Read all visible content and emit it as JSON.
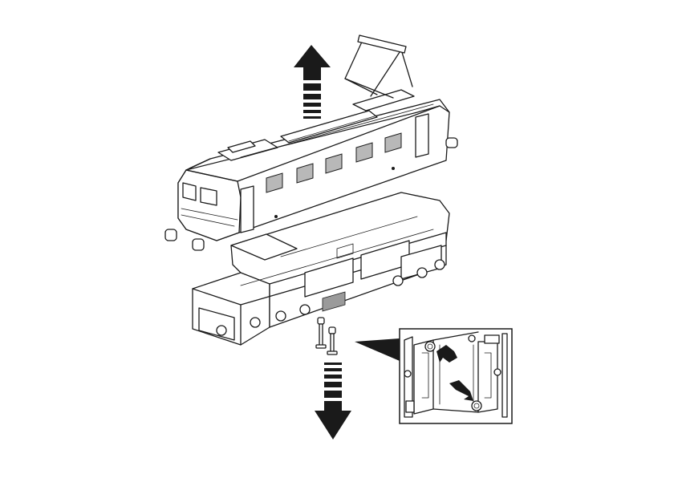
{
  "figure": {
    "parts": [
      {
        "id": "locomotive-body",
        "icon": "locomotive-shell"
      },
      {
        "id": "chassis",
        "icon": "locomotive-chassis"
      },
      {
        "id": "screws",
        "icon": "screw-pair",
        "count": 2
      },
      {
        "id": "detail-view",
        "icon": "magnified-underside"
      }
    ],
    "arrows": [
      {
        "id": "lift-arrow",
        "direction": "up"
      },
      {
        "id": "down-arrow",
        "direction": "down"
      },
      {
        "id": "detail-arrow-1",
        "direction": "down-left"
      },
      {
        "id": "detail-arrow-2",
        "direction": "down-right"
      }
    ],
    "colors": {
      "ink": "#1a1a1a",
      "background": "#ffffff",
      "louver": "#b8b8b8"
    }
  }
}
